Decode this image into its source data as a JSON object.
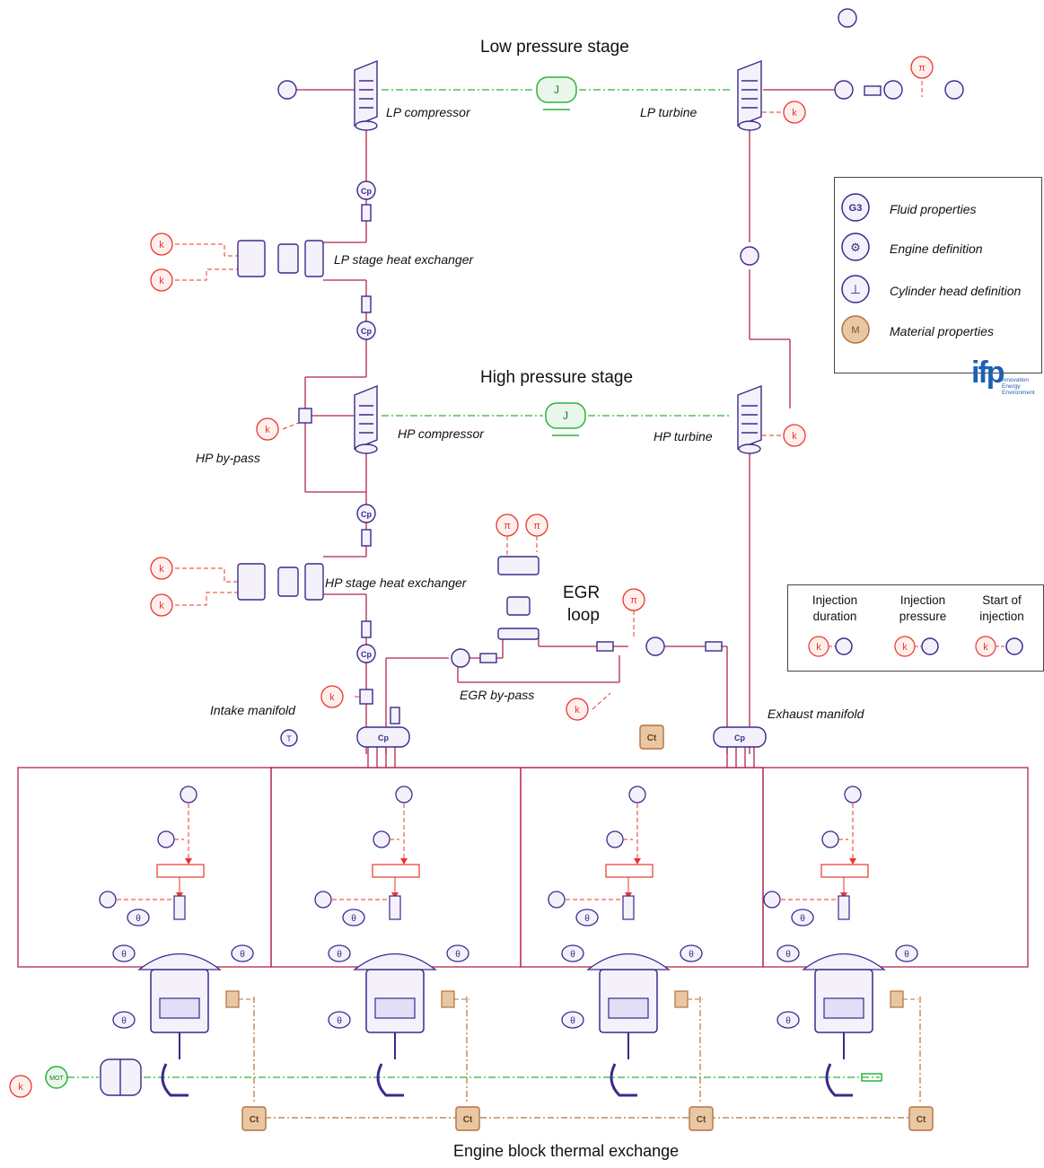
{
  "titles": {
    "low_pressure_stage": "Low pressure stage",
    "high_pressure_stage": "High pressure stage",
    "egr_loop_line1": "EGR",
    "egr_loop_line2": "loop",
    "engine_block_thermal": "Engine block thermal exchange"
  },
  "labels": {
    "lp_compressor": "LP compressor",
    "lp_turbine": "LP turbine",
    "lp_heat_exchanger": "LP stage heat exchanger",
    "hp_compressor": "HP compressor",
    "hp_turbine": "HP turbine",
    "hp_bypass": "HP by-pass",
    "hp_heat_exchanger": "HP stage heat exchanger",
    "egr_bypass": "EGR by-pass",
    "intake_manifold": "Intake manifold",
    "exhaust_manifold": "Exhaust manifold"
  },
  "legend": {
    "items": [
      {
        "icon": "g3-fluid-icon",
        "glyph": "G3",
        "label": "Fluid properties"
      },
      {
        "icon": "engine-icon",
        "glyph": "⚙",
        "label": "Engine definition"
      },
      {
        "icon": "cylinder-head-icon",
        "glyph": "⊥",
        "label": "Cylinder head definition"
      },
      {
        "icon": "material-icon",
        "glyph": "M",
        "label": "Material properties"
      }
    ],
    "logo_text": "ifp",
    "logo_sub": [
      "Innovation",
      "Energy",
      "Environment"
    ]
  },
  "injection_legend": {
    "columns": [
      {
        "line1": "Injection",
        "line2": "duration"
      },
      {
        "line1": "Injection",
        "line2": "pressure"
      },
      {
        "line1": "Start of",
        "line2": "injection"
      }
    ],
    "k_glyph": "k"
  },
  "symbols": {
    "k": "k",
    "cp": "Cp",
    "ct": "Ct",
    "j": "J",
    "theta": "θ",
    "t": "T",
    "mot": "MOT",
    "pi": "π"
  },
  "colors": {
    "pipe": "#b0254a",
    "component": "#3a2a8c",
    "signal": "#e8372c",
    "mechanical": "#2bb33a",
    "thermal": "#b7703a",
    "logo": "#1e5fb3"
  }
}
